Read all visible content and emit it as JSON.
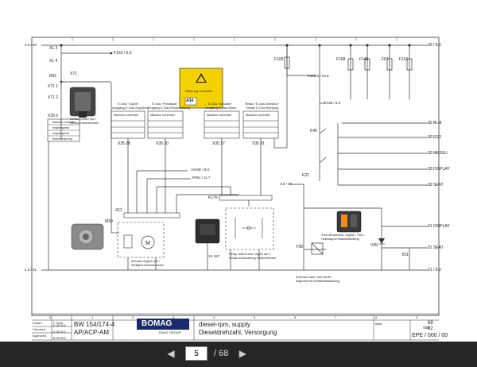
{
  "colors": {
    "warning_yellow": "#f3d200",
    "line": "#333333",
    "viewer_bg": "#262626"
  },
  "labels": {
    "ref_top_left": "4.6 / 30",
    "ref_bottom_left": "4.6 / 31",
    "x1_3": "X1 3",
    "f153": "F153 / 6.3",
    "x1_4": "X1 4",
    "x71": "X71",
    "b92": "B92",
    "x71_1": "X71 1",
    "x71_2": "X71 2",
    "x25_6": "X25 6",
    "sensor_text": "Sensor, engine speed / Sensor Dieseldrehzahl",
    "sensor_small": "Sensor Diesel rpm / Sensor Dieselrehzahl",
    "x71_label": "X71",
    "a34": "A34",
    "warning_text": "Warnung Controller",
    "col1_a": "E-Gas \"Clutch\"",
    "col1_b": "Ausgang E-Gas Kupplung",
    "col2_a": "E-Gas \"Feedback\"",
    "col2_b": "Eingang E-Gas Rückmeldung",
    "col3_a": "E-Gas \"Actuator\"",
    "col3_b": "Ausgang E-Gas Motor",
    "col4_a": "Relais \"E-Gas Direction\"",
    "col4_b": "Relais E-Gas Richtung",
    "mc": "Machine controller",
    "a34_1": "A34",
    "a34_2": "A34",
    "x35_28": "X35 28",
    "x35_30": "X35 30",
    "x35_27": "X35 27",
    "x35_31": "X35 31",
    "agnd": "AGND / 8.8",
    "ifbu": "IFBU / 11.7",
    "k176": "K176",
    "m39": "M39",
    "x11": "X11",
    "actuator_text": "Actuator engine rpm / Stellglied Motordrehzahl",
    "relay_text": "Relay, switch over engine rpm / Relais Umschaltung Motordrehzahl",
    "x1_167": "X1 167",
    "ref_f105": "F105",
    "ref_f105_2": "F105.2 / 15.8",
    "f138": "F138 / 6.3",
    "f168": "F168",
    "f146": "F146",
    "f67": "F67",
    "f161": "F161",
    "k40": "K40",
    "k22": "K22",
    "ref_30_blm": "30 BLM",
    "ref_30_esd": "30 ESD",
    "ref_30_mess": "30 MESSU",
    "ref_30_display": "30 DISPLAY",
    "ref_30_seat": "30 SEAT",
    "ref_31_display": "31 DISPLAY",
    "ref_31_seat": "31 SEAT",
    "ref_30_right": "30 / 8.0",
    "ref_31_right": "31 / 8.0",
    "ref_4_6_30": "4.6 / 30",
    "y58": "Y58",
    "v45": "V45",
    "x51": "X51",
    "shut_off_text": "Shut off solenoid, engine / Y58 = Hubmagnet Motorabstellung",
    "solenoid_text": "Solenoid valve, fuel on/off / Magnetventil Kraftstoffabstellung",
    "machine_rows": [
      "Machine controller",
      "engine speed",
      "engine speed",
      "Motorsteuerung"
    ]
  },
  "title_block": {
    "machine": "BW 154/174-4",
    "variant": "AP/ACP-AM",
    "brand": "BOMAG",
    "brand_sub": "FAYAT GROUP",
    "title_en": "diesel-rpm, supply",
    "title_de": "Dieseldrehzahl, Versorgung",
    "sheet_no": "82",
    "sheet_of": "68",
    "doc_no": "EPE / 000 / 00",
    "row_labels": [
      "Drawn",
      "Checked",
      "Approved"
    ],
    "row_names": [
      "T. Sche",
      "",
      ""
    ],
    "row_dates": [
      "11.08.2011",
      "11.08.2011",
      "11.08.2011"
    ],
    "col_numbers": [
      "0",
      "1",
      "2",
      "3",
      "4",
      "5",
      "6",
      "7",
      "8",
      "9"
    ],
    "blatt": "Blatt",
    "von": "von"
  },
  "viewer": {
    "page_current": "5",
    "page_total": "/ 68",
    "prev_icon": "left-arrow-icon",
    "next_icon": "right-arrow-icon"
  }
}
